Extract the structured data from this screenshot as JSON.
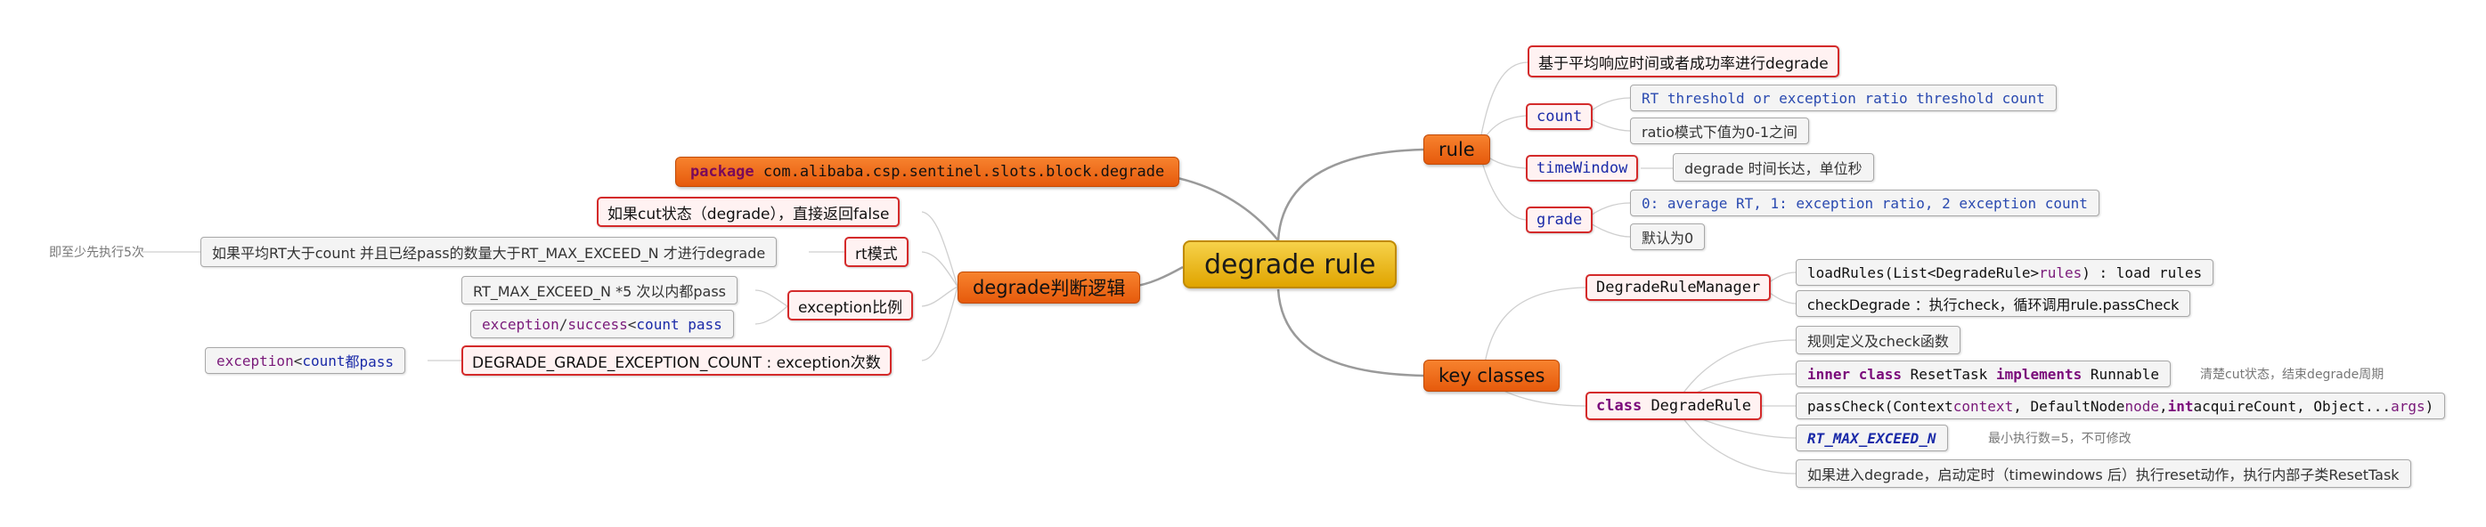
{
  "center": "degrade rule",
  "rule": {
    "label": "rule",
    "desc": "基于平均响应时间或者成功率进行degrade",
    "count": {
      "label": "count",
      "line1": "RT threshold or exception ratio threshold count",
      "line2": "ratio模式下值为0-1之间"
    },
    "timeWindow": {
      "label": "timeWindow",
      "desc": "degrade 时间长达，单位秒"
    },
    "grade": {
      "label": "grade",
      "line1": "0: average RT, 1: exception ratio, 2 exception count",
      "line2": "默认为0"
    }
  },
  "key_classes": {
    "label": "key classes",
    "manager": {
      "label": "DegradeRuleManager",
      "load_a": "loadRules(List<DegradeRule> ",
      "load_b": "rules",
      "load_c": ") : load rules",
      "check": "checkDegrade ：执行check，循环调用rule.passCheck"
    },
    "degradeRule": {
      "kw": "class",
      "name": "DegradeRule",
      "def": "规则定义及check函数",
      "inner_kw1": "inner class",
      "inner_name": "ResetTask",
      "inner_kw2": "implements",
      "inner_iface": "Runnable",
      "inner_note": "清楚cut状态，结束degrade周期",
      "pc_a": "passCheck(Context ",
      "pc_b": "context",
      "pc_c": ", DefaultNode ",
      "pc_d": "node",
      "pc_e": ", ",
      "pc_f": "int",
      "pc_g": " acquireCount",
      "pc_h": ", Object... ",
      "pc_i": "args",
      "pc_j": ")",
      "rt_max": "RT_MAX_EXCEED_N",
      "rt_note": "最小执行数=5，不可修改",
      "enter": "如果进入degrade，启动定时（timewindows 后）执行reset动作，执行内部子类ResetTask"
    }
  },
  "package": {
    "kw": "package",
    "name": "com.alibaba.csp.sentinel.slots.block.degrade"
  },
  "logic": {
    "label_a": "degrade",
    "label_b": "判断逻辑",
    "cut": "如果cut状态（degrade），直接返回false",
    "rt": {
      "label": "rt模式",
      "desc": "如果平均RT大于count 并且已经pass的数量大于RT_MAX_EXCEED_N 才进行degrade",
      "note": "即至少先执行5次"
    },
    "exception": {
      "label": "exception比例",
      "line1": "RT_MAX_EXCEED_N *5 次以内都pass",
      "l2a": "exception",
      "l2b": " / ",
      "l2c": "success",
      "l2d": " < ",
      "l2e": "count pass"
    },
    "count_mode": {
      "label": "DEGRADE_GRADE_EXCEPTION_COUNT : exception次数",
      "l_a": "exception",
      "l_b": " < ",
      "l_c": "count",
      "l_d": " 都pass"
    }
  },
  "colors": {
    "center": "#e8b400",
    "main": "#f0661a",
    "sub_border": "#d42a2a",
    "link": "#999999"
  }
}
